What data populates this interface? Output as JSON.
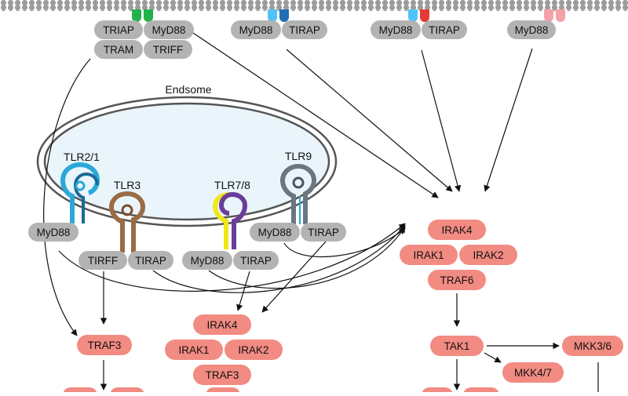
{
  "colors": {
    "gray_pill": "#b3b3b3",
    "red_pill": "#f28b82",
    "membrane": "#9a9a9a",
    "endosome_fill": "#e9f5fb",
    "tlr_blue": "#2aa8d8",
    "tlr_brown": "#9a6b45",
    "tlr_yellow": "#f0e61a",
    "tlr_purple": "#6a3d9a",
    "tlr_gray": "#6a7680",
    "receptor_green": "#22b24c",
    "receptor_lightblue": "#4fc3f7",
    "receptor_darkblue": "#1e6fb5",
    "receptor_red": "#e53935",
    "receptor_pink": "#f4a0a8"
  },
  "endosome": {
    "label": "Endsome"
  },
  "surface_adapters": {
    "group1": [
      "TRIAP",
      "MyD88",
      "TRAM",
      "TRIFF"
    ],
    "group2": [
      "MyD88",
      "TIRAP"
    ],
    "group3": [
      "MyD88",
      "TIRAP"
    ],
    "group4": [
      "MyD88"
    ]
  },
  "endosomal_receptors": {
    "tlr21": "TLR2/1",
    "tlr3": "TLR3",
    "tlr78": "TLR7/8",
    "tlr9": "TLR9"
  },
  "endosomal_adapters": {
    "tlr21_myd88": "MyD88",
    "tlr3_tirff": "TIRFF",
    "tlr3_tirap": "TIRAP",
    "tlr78_myd88": "MyD88",
    "tlr78_tirap": "TIRAP",
    "tlr9_myd88": "MyD88",
    "tlr9_tirap": "TIRAP"
  },
  "right_complex": {
    "irak4": "IRAK4",
    "irak1": "IRAK1",
    "irak2": "IRAK2",
    "traf6": "TRAF6",
    "tak1": "TAK1",
    "mkk36": "MKK3/6",
    "mkk47": "MKK4/7"
  },
  "middle_complex": {
    "irak4": "IRAK4",
    "irak1": "IRAK1",
    "irak2": "IRAK2",
    "traf3": "TRAF3"
  },
  "left_traf3": "TRAF3"
}
